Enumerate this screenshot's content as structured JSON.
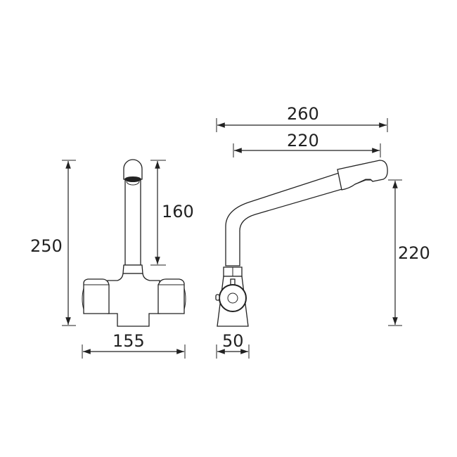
{
  "drawing": {
    "subject": "Twin lever mono sink mixer tap dimension drawing",
    "units": "mm",
    "line_color": "#222222",
    "background_color": "#ffffff"
  },
  "front_view": {
    "dimensions": {
      "overall_height": "250",
      "spout_height": "160",
      "overall_width": "155"
    }
  },
  "side_view": {
    "dimensions": {
      "overall_reach": "260",
      "spout_reach": "220",
      "outlet_height": "220",
      "base_depth": "50"
    }
  }
}
